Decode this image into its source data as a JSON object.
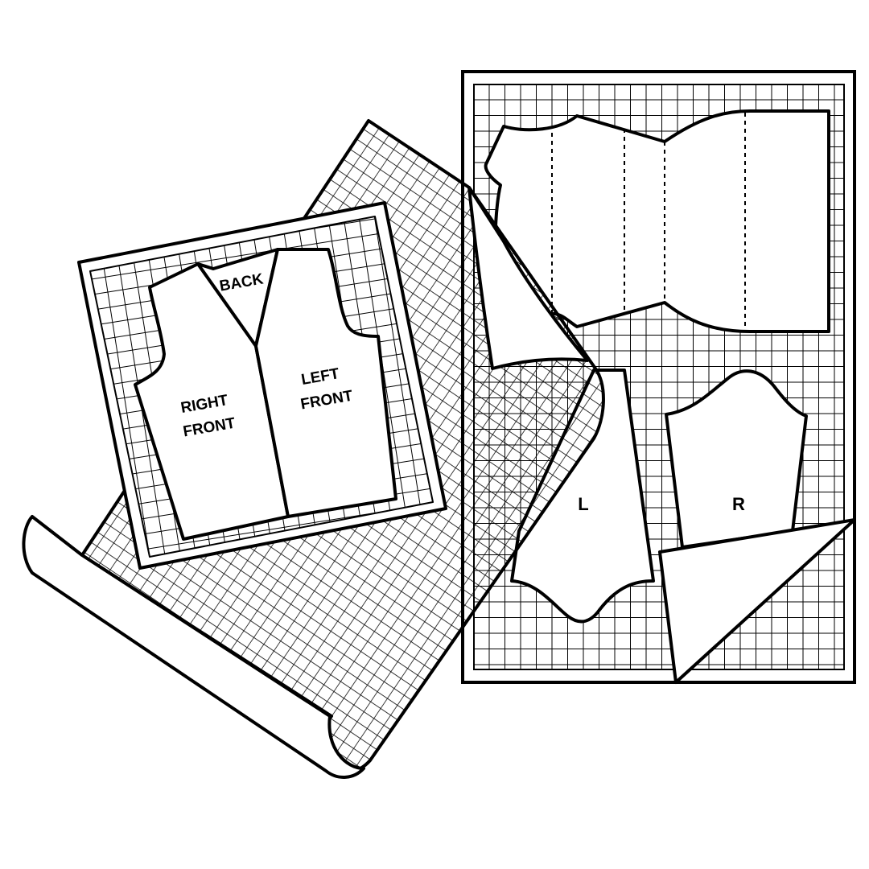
{
  "colors": {
    "ink": "#000000",
    "paper": "#ffffff"
  },
  "icons": [
    "pattern-sheet-icon",
    "grid-paper-roll-icon",
    "vest-pattern-icon",
    "sleeve-pattern-icon"
  ],
  "labels": {
    "back": "BACK",
    "right_front_line1": "RIGHT",
    "right_front_line2": "FRONT",
    "left_front_line1": "LEFT",
    "left_front_line2": "FRONT",
    "sleeve_left": "L",
    "sleeve_right": "R"
  }
}
